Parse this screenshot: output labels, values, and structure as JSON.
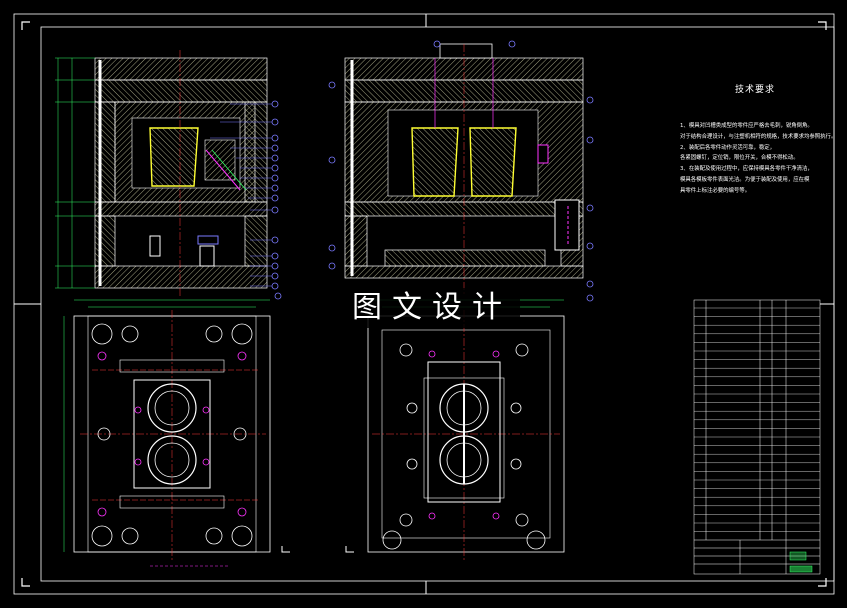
{
  "watermark": "图文设计",
  "technical_notes": {
    "title": "技术要求",
    "lines": [
      "1、模具对凹槽类成型的零件应严格去毛刺，锐角倒角。",
      "对于结构合理设计，与注塑机相符的规格，技术要求均参照执行。",
      "2、装配后各零件动作灵活可靠，稳定，",
      "各紧固螺钉，定位销，限位开关，合模不得松动。",
      "3、在装配及使用过程中，应保持模具各零件干净清洁，",
      "模具各模板零件表面光洁。为便于装配及使用，应在模",
      "具零件上标注必要的编号等。"
    ]
  },
  "views": {
    "front_section": "main-section-view",
    "side_section": "side-section-view",
    "top_plan": "moving-half-plan",
    "bottom_plan": "fixed-half-plan"
  },
  "colors": {
    "background": "#000000",
    "frame": "#ffffff",
    "hatch": "#c8c8a0",
    "centerline": "#ff3b3b",
    "dimension": "#33ff66",
    "part": "#ffff33",
    "balloon": "#7a7aff",
    "magenta": "#ff33ff",
    "cyan": "#33ffff"
  },
  "icons": [
    "balloon-callout-icon",
    "corner-mark-icon"
  ]
}
